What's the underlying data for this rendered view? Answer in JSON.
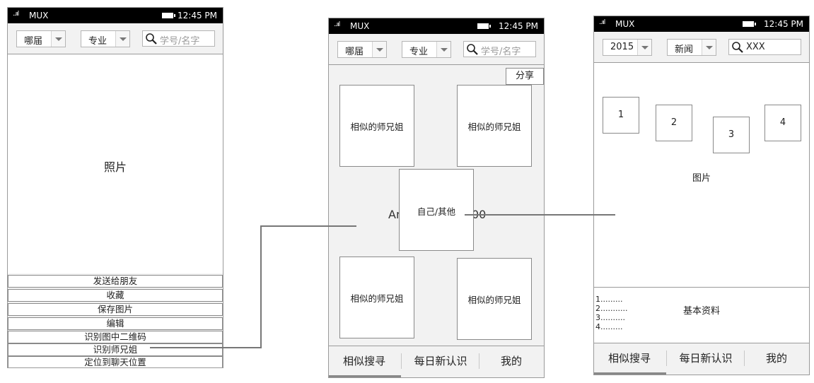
{
  "status_bar": {
    "signal": "..ııl",
    "carrier": "MUX",
    "time": "12:45 PM"
  },
  "screen1": {
    "filters": {
      "year_label": "哪届",
      "major_label": "专业",
      "search_placeholder": "学号/名字"
    },
    "photo_label": "照片",
    "menu_items": [
      "发送给朋友",
      "收藏",
      "保存图片",
      "编辑",
      "识别图中二维码",
      "识别师兄姐",
      "定位到聊天位置"
    ]
  },
  "screen2": {
    "filters": {
      "year_label": "哪届",
      "major_label": "专业",
      "search_placeholder": "学号/名字"
    },
    "share_label": "分享",
    "similar_label": "相似的师兄姐",
    "center_label": "自己/其他",
    "background_text": {
      "left": "An",
      "right": "00"
    },
    "tabs": [
      "相似搜寻",
      "每日新认识",
      "我的"
    ]
  },
  "screen3": {
    "filters": {
      "year_value": "2015",
      "category_value": "新闻",
      "search_value": "XXX"
    },
    "image_boxes": [
      "1",
      "2",
      "3",
      "4"
    ],
    "image_label": "图片",
    "info_lines": [
      "1.........",
      "2...........",
      "3..........",
      "4........."
    ],
    "info_label": "基本资料",
    "tabs": [
      "相似搜寻",
      "每日新认识",
      "我的"
    ]
  },
  "colors": {
    "frame": "#9a9a9a",
    "status_bar": "#000000",
    "panel": "#f2f2f2",
    "connector": "#777777"
  },
  "icons": {
    "search": "magnifier-icon",
    "dropdown": "triangle-down-icon",
    "battery": "battery-icon",
    "signal": "signal-bars-icon"
  }
}
